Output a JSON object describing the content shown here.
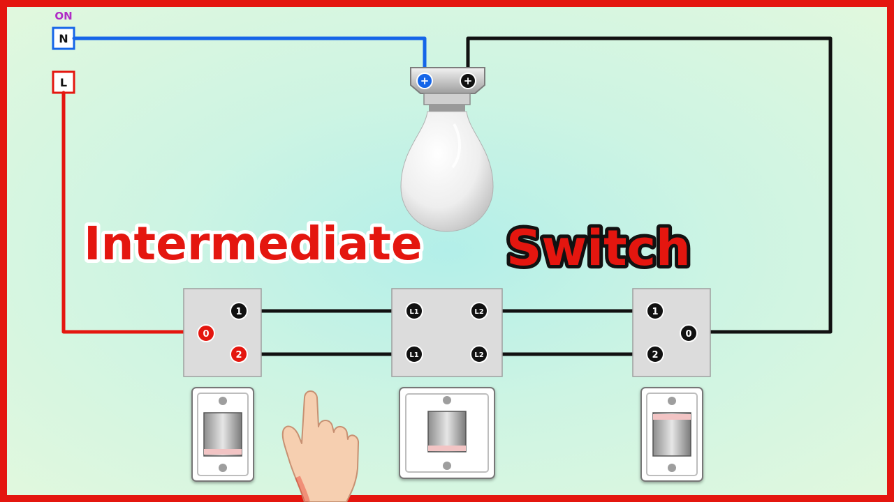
{
  "supply": {
    "state_label": "ON",
    "neutral_label": "N",
    "live_label": "L"
  },
  "lamp": {
    "terminal_left_symbol": "+",
    "terminal_right_symbol": "+"
  },
  "title": {
    "word1": "Intermediate",
    "word2": "Switch"
  },
  "switch_left": {
    "terminal_1": "1",
    "terminal_0": "0",
    "terminal_2": "2"
  },
  "switch_intermediate": {
    "terminal_l1_top": "L1",
    "terminal_l2_top": "L2",
    "terminal_l1_bottom": "L1",
    "terminal_l2_bottom": "L2"
  },
  "switch_right": {
    "terminal_1": "1",
    "terminal_0": "0",
    "terminal_2": "2"
  },
  "colors": {
    "border": "#e4160f",
    "neutral_wire": "#1565e8",
    "live_wire": "#e4160f",
    "switched_wire": "#111111",
    "label_on": "#b02cc6",
    "title_red": "#e4160f"
  }
}
